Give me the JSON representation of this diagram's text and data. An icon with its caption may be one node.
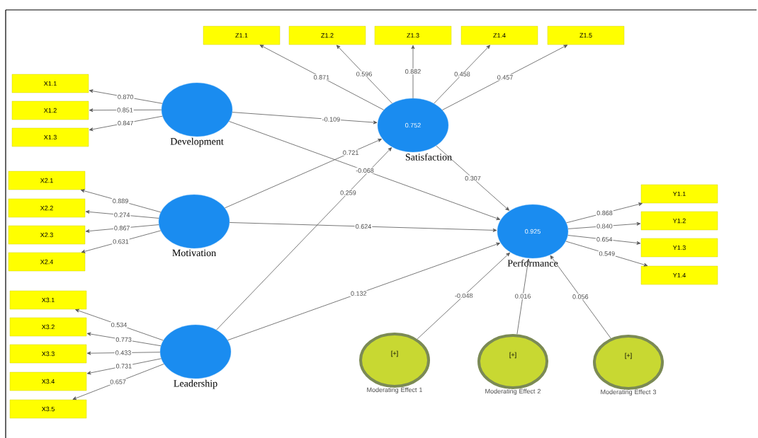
{
  "diagram": {
    "nodes": [
      {
        "text": [
          "Z1.1"
        ]
      },
      {
        "text": [
          "Z1.2"
        ]
      },
      {
        "text": [
          "Z1.3"
        ]
      },
      {
        "text": [
          "Z1.4"
        ]
      },
      {
        "text": [
          "Z1.5"
        ]
      },
      {
        "text": [
          "X1.1"
        ]
      },
      {
        "text": [
          "X1.2"
        ]
      },
      {
        "text": [
          "X1.3"
        ]
      },
      {
        "text": [
          "Development"
        ]
      },
      {
        "text": [
          "0.752",
          "Satisfaction"
        ]
      },
      {
        "text": [
          "X2.1"
        ]
      },
      {
        "text": [
          "X2.2"
        ]
      },
      {
        "text": [
          "X2.3"
        ]
      },
      {
        "text": [
          "X2.4"
        ]
      },
      {
        "text": [
          "Motivation"
        ]
      },
      {
        "text": [
          "0.925",
          "Performance"
        ]
      },
      {
        "text": [
          "Y1.1"
        ]
      },
      {
        "text": [
          "Y1.2"
        ]
      },
      {
        "text": [
          "Y1.3"
        ]
      },
      {
        "text": [
          "Y1.4"
        ]
      },
      {
        "text": [
          "X3.1"
        ]
      },
      {
        "text": [
          "X3.2"
        ]
      },
      {
        "text": [
          "X3.3"
        ]
      },
      {
        "text": [
          "X3.4"
        ]
      },
      {
        "text": [
          "X3.5"
        ]
      },
      {
        "text": [
          "Leadership"
        ]
      },
      {
        "text": [
          "[+]",
          "Moderating Effect 1"
        ]
      },
      {
        "text": [
          "[+]",
          "Moderating Effect 2"
        ]
      },
      {
        "text": [
          "[+]",
          "Moderating Effect 3"
        ]
      }
    ],
    "edges": [
      {
        "from": 8,
        "to": 5,
        "arrow": "to",
        "label": "0.870"
      },
      {
        "from": 8,
        "to": 6,
        "arrow": "to",
        "label": "0.851"
      },
      {
        "from": 8,
        "to": 7,
        "arrow": "to",
        "label": "0.847"
      },
      {
        "from": 9,
        "to": 0,
        "arrow": "to",
        "label": "0.871"
      },
      {
        "from": 9,
        "to": 1,
        "arrow": "to",
        "label": "0.596"
      },
      {
        "from": 9,
        "to": 2,
        "arrow": "to",
        "label": "0.882"
      },
      {
        "from": 9,
        "to": 3,
        "arrow": "to",
        "label": "0.458"
      },
      {
        "from": 9,
        "to": 4,
        "arrow": "to",
        "label": "0.457"
      },
      {
        "from": 14,
        "to": 10,
        "arrow": "to",
        "label": "0.889"
      },
      {
        "from": 14,
        "to": 11,
        "arrow": "to",
        "label": "0.274"
      },
      {
        "from": 14,
        "to": 12,
        "arrow": "to",
        "label": "0.867"
      },
      {
        "from": 14,
        "to": 13,
        "arrow": "to",
        "label": "0.631"
      },
      {
        "from": 25,
        "to": 20,
        "arrow": "to",
        "label": "0.534"
      },
      {
        "from": 25,
        "to": 21,
        "arrow": "to",
        "label": "0.773"
      },
      {
        "from": 25,
        "to": 22,
        "arrow": "to",
        "label": "0.433"
      },
      {
        "from": 25,
        "to": 23,
        "arrow": "to",
        "label": "0.731"
      },
      {
        "from": 25,
        "to": 24,
        "arrow": "to",
        "label": "0.657"
      },
      {
        "from": 15,
        "to": 16,
        "arrow": "to",
        "label": "0.868"
      },
      {
        "from": 15,
        "to": 17,
        "arrow": "to",
        "label": "0.840"
      },
      {
        "from": 15,
        "to": 18,
        "arrow": "to",
        "label": "0.654"
      },
      {
        "from": 15,
        "to": 19,
        "arrow": "to",
        "label": "0.549"
      },
      {
        "from": 8,
        "to": 9,
        "arrow": "to",
        "label": "-0.109"
      },
      {
        "from": 8,
        "to": 15,
        "arrow": "to",
        "label": "-0.068"
      },
      {
        "from": 14,
        "to": 9,
        "arrow": "to",
        "label": "0.721"
      },
      {
        "from": 14,
        "to": 15,
        "arrow": "to",
        "label": "0.624"
      },
      {
        "from": 25,
        "to": 9,
        "arrow": "to",
        "label": "0.259"
      },
      {
        "from": 25,
        "to": 15,
        "arrow": "to",
        "label": "0.132"
      },
      {
        "from": 9,
        "to": 15,
        "arrow": "to",
        "label": "0.307"
      },
      {
        "from": 26,
        "to": 15,
        "arrow": "to",
        "label": "-0.048"
      },
      {
        "from": 27,
        "to": 15,
        "arrow": "to",
        "label": "0.016"
      },
      {
        "from": 28,
        "to": 15,
        "arrow": "to",
        "label": "0.056"
      }
    ]
  }
}
